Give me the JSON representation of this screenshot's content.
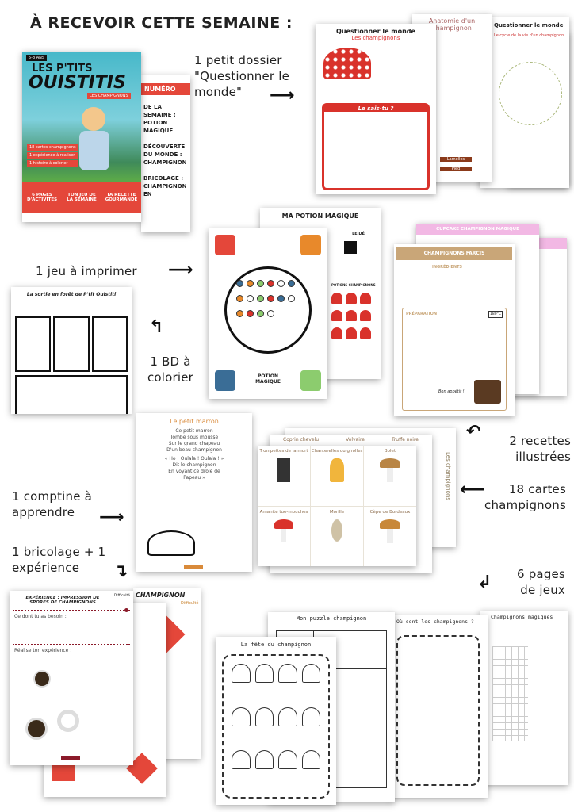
{
  "header": {
    "title": "À RECEVOIR CETTE SEMAINE :"
  },
  "labels": {
    "dossier": "1 petit dossier \"Questionner le monde\"",
    "jeu": "1 jeu à imprimer",
    "bd": "1 BD à colorier",
    "recettes": "2 recettes illustrées",
    "cartes": "18 cartes champignons",
    "comptine": "1 comptine à apprendre",
    "bricolage": "1 bricolage + 1 expérience",
    "jeux": "6 pages de jeux"
  },
  "magazine": {
    "age": "5-8 ANS",
    "brand_line1": "LES P'TITS",
    "brand_line2": "OUISTITIS",
    "theme": "LES CHAMPIGNONS",
    "bullets": [
      "18 cartes champignons",
      "1 expérience à réaliser",
      "1 histoire à colorier"
    ],
    "features": [
      "6 PAGES D'ACTIVITÉS",
      "TON JEU DE LA SEMAINE",
      "TA RECETTE GOURMANDE"
    ],
    "inside_title": "NUMÉRO",
    "inside_items": [
      "DE LA SEMAINE : POTION MAGIQUE",
      "DÉCOUVERTE DU MONDE : CHAMPIGNON",
      "BRICOLAGE : CHAMPIGNON EN"
    ]
  },
  "dossier": {
    "title": "Questionner le monde",
    "subtitle": "Les champignons",
    "quiz": "Le sais-tu ?",
    "page2_title": "Anatomie d'un champignon",
    "buttons": [
      "Lamelles",
      "Pied"
    ],
    "page3_title": "Questionner le monde",
    "page3_subtitle": "Le cycle de la vie d'un champignon"
  },
  "jeu": {
    "title": "MA POTION MAGIQUE",
    "die": "LE DÉ",
    "board_label": "POTION MAGIQUE",
    "tokens": "POTIONS CHAMPIGNONS"
  },
  "recettes": {
    "recipe1": "CHAMPIGNONS FARCIS",
    "recipe2": "CUPCAKE CHAMPIGNON MAGIQUE",
    "ingredients": "INGRÉDIENTS",
    "preparation": "PRÉPARATION",
    "oven": "180°C",
    "closing": "Bon appétit !"
  },
  "bd": {
    "title": "La sortie en forêt de P'tit Ouistiti"
  },
  "comptine": {
    "title": "Le petit marron",
    "lines": [
      "Ce petit marron",
      "Tombé sous mousse",
      "Sur le grand chapeau",
      "D'un beau champignon",
      "« Ho ! Oulala ! Oulala ! »",
      "Dit le champignon",
      "En voyant ce drôle de",
      "Papeau »"
    ]
  },
  "cartes": {
    "names": [
      "Trompettes de la mort",
      "Chanterelles ou girolles",
      "Bolet",
      "Amanite tue-mouches",
      "Morille",
      "Cèpe de Bordeaux",
      "Coprin chevelu",
      "Volvaire",
      "Truffe noire"
    ],
    "back": "Les champignons"
  },
  "bricolage": {
    "title": "EXPÉRIENCE : IMPRESSION DE SPORES DE CHAMPIGNONS",
    "difficulty": "Difficulté",
    "needs": "Ce dont tu as besoin :",
    "do": "Réalise ton expérience :",
    "origami": "CHAMPIGNON"
  },
  "jeux": {
    "pages": [
      "La fête du champignon",
      "Mon puzzle champignon",
      "Où sont les champignons ?",
      "Champignons magiques"
    ]
  }
}
